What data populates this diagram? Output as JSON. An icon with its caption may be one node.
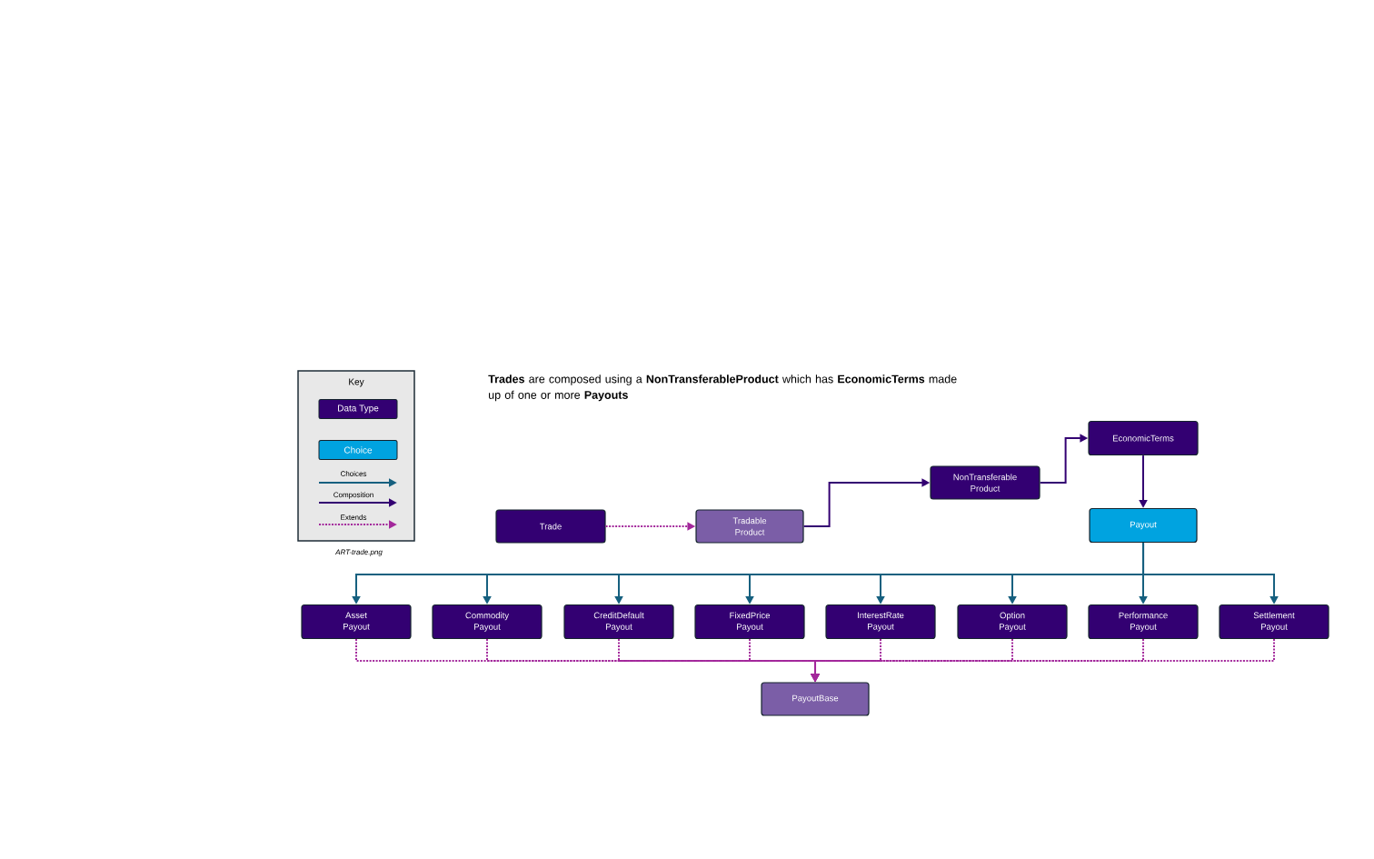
{
  "diagram": {
    "title": "**Trades** are composed using a **NonTransferableProduct** which has **EconomicTerms** made up of one or more **Payouts**",
    "nodes": [
      {
        "text": [
          "Trade"
        ]
      },
      {
        "text": [
          "Tradable Product"
        ]
      },
      {
        "text": [
          "NonTransferable Product"
        ]
      },
      {
        "text": [
          "EconomicTerms"
        ]
      },
      {
        "text": [
          "Payout"
        ]
      },
      {
        "text": [
          "Asset Payout"
        ]
      },
      {
        "text": [
          "Commodity Payout"
        ]
      },
      {
        "text": [
          "CreditDefault Payout"
        ]
      },
      {
        "text": [
          "FixedPrice Payout"
        ]
      },
      {
        "text": [
          "InterestRate Payout"
        ]
      },
      {
        "text": [
          "Option Payout"
        ]
      },
      {
        "text": [
          "Performance Payout"
        ]
      },
      {
        "text": [
          "Settlement Payout"
        ]
      },
      {
        "text": [
          "PayoutBase"
        ]
      }
    ],
    "edges": [
      {
        "from": 0,
        "to": 1,
        "arrow": "to",
        "style": "dashed",
        "color": "#a3289b"
      },
      {
        "from": 1,
        "to": 2,
        "arrow": "to",
        "color": "#330072"
      },
      {
        "from": 2,
        "to": 3,
        "arrow": "to",
        "color": "#330072"
      },
      {
        "from": 3,
        "to": 4,
        "arrow": "to",
        "color": "#330072"
      },
      {
        "from": 4,
        "to": 5,
        "arrow": "to",
        "color": "#16607f"
      },
      {
        "from": 4,
        "to": 6,
        "arrow": "to",
        "color": "#16607f"
      },
      {
        "from": 4,
        "to": 7,
        "arrow": "to",
        "color": "#16607f"
      },
      {
        "from": 4,
        "to": 8,
        "arrow": "to",
        "color": "#16607f"
      },
      {
        "from": 4,
        "to": 9,
        "arrow": "to",
        "color": "#16607f"
      },
      {
        "from": 4,
        "to": 10,
        "arrow": "to",
        "color": "#16607f"
      },
      {
        "from": 4,
        "to": 11,
        "arrow": "to",
        "color": "#16607f"
      },
      {
        "from": 4,
        "to": 12,
        "arrow": "to",
        "color": "#16607f"
      },
      {
        "from": 5,
        "to": 13,
        "arrow": "to",
        "style": "dashed",
        "color": "#a3289b"
      },
      {
        "from": 6,
        "to": 13,
        "arrow": "to",
        "style": "dashed",
        "color": "#a3289b"
      },
      {
        "from": 7,
        "to": 13,
        "arrow": "to",
        "style": "dashed",
        "color": "#a3289b"
      },
      {
        "from": 8,
        "to": 13,
        "arrow": "to",
        "style": "dashed",
        "color": "#a3289b"
      },
      {
        "from": 9,
        "to": 13,
        "arrow": "to",
        "style": "dashed",
        "color": "#a3289b"
      },
      {
        "from": 10,
        "to": 13,
        "arrow": "to",
        "style": "dashed",
        "color": "#a3289b"
      },
      {
        "from": 11,
        "to": 13,
        "arrow": "to",
        "style": "dashed",
        "color": "#a3289b"
      },
      {
        "from": 12,
        "to": 13,
        "arrow": "to",
        "style": "dashed",
        "color": "#a3289b"
      }
    ],
    "labels": [
      "Key",
      "ART-trade.png"
    ],
    "legend": [
      {
        "text": "Data Type",
        "color": "#330072"
      },
      {
        "text": "Choice",
        "color": "#00a3e0"
      },
      {
        "text": "Choices"
      },
      {
        "text": "Composition"
      },
      {
        "text": "Extends"
      }
    ]
  }
}
